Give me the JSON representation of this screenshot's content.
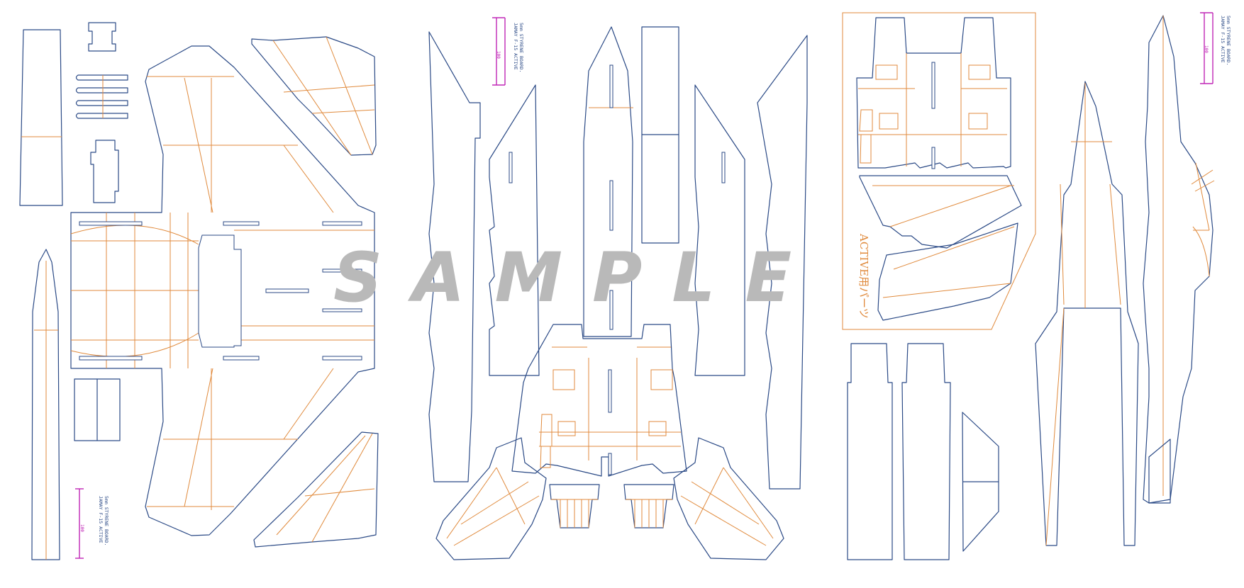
{
  "watermark": "SAMPLE",
  "credit_label": "JAMAY F-15 ACTIVE\n5mm STYRENE BOARD.",
  "scale_label": "100",
  "active_parts_label": "ACTIVE用パーツ",
  "colors": {
    "cut_line": "#2b4a86",
    "fold_line": "#e08a3c",
    "scale_bar": "#c026b7",
    "watermark": "#b9b9b9"
  }
}
